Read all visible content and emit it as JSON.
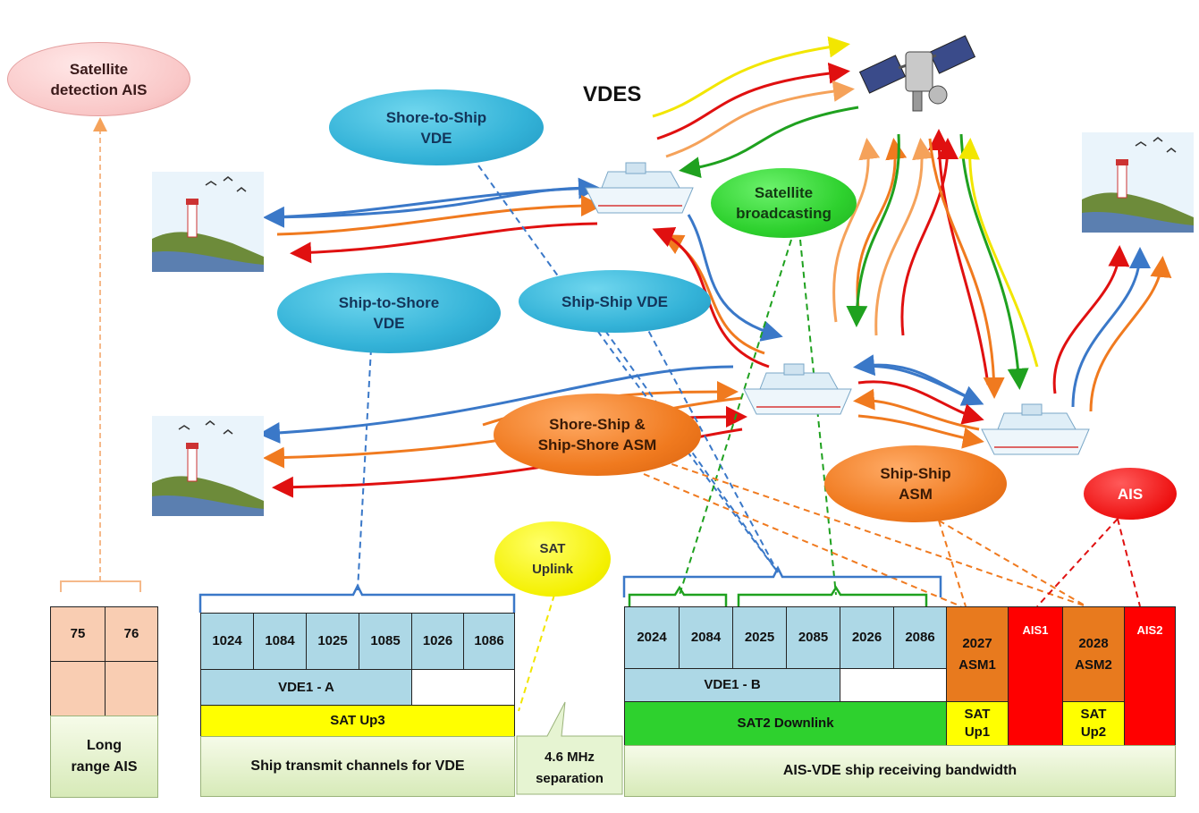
{
  "title": "VDES",
  "ellipses": {
    "satellite_detection_ais": "Satellite\ndetection AIS",
    "shore_to_ship_vde": "Shore-to-Ship\nVDE",
    "ship_to_shore_vde": "Ship-to-Shore\nVDE",
    "ship_ship_vde": "Ship-Ship VDE",
    "satellite_broadcasting": "Satellite\nbroadcasting",
    "shore_ship_asm": "Shore-Ship &\nShip-Shore ASM",
    "ship_ship_asm": "Ship-Ship\nASM",
    "ais": "AIS",
    "sat_uplink": "SAT\nUplink"
  },
  "long_range": {
    "channels": [
      "75",
      "76"
    ],
    "label": "Long\nrange AIS"
  },
  "ship_transmit": {
    "channels": [
      "1024",
      "1084",
      "1025",
      "1085",
      "1026",
      "1086"
    ],
    "vde_label": "VDE1 - A",
    "sat_label": "SAT Up3",
    "footer": "Ship transmit channels for VDE"
  },
  "separation": "4.6 MHz\nseparation",
  "ship_receive": {
    "channels": [
      "2024",
      "2084",
      "2025",
      "2085",
      "2026",
      "2086"
    ],
    "vde_label": "VDE1 - B",
    "sat_label": "SAT2 Downlink",
    "asm1": "2027\nASM1",
    "ais1": "AIS1",
    "asm2": "2028\nASM2",
    "ais2": "AIS2",
    "sat_up1": "SAT\nUp1",
    "sat_up2": "SAT\nUp2",
    "footer": "AIS-VDE ship receiving bandwidth"
  },
  "colors": {
    "blue_arrow": "#3a78c8",
    "orange_arrow": "#f07a1f",
    "red_arrow": "#e01010",
    "green_arrow": "#1fa11f",
    "yellow_arrow": "#f2e600",
    "light_orange_arrow": "#f5a25a"
  },
  "icons": [
    "satellite-icon",
    "lighthouse-icon",
    "ship-icon"
  ]
}
